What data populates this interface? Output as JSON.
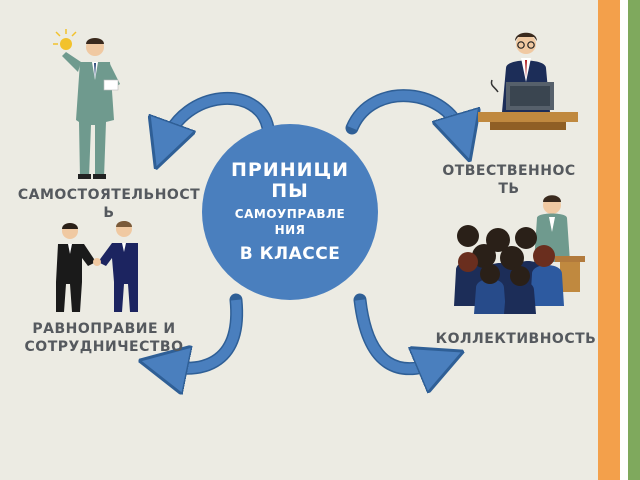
{
  "center": {
    "title": "ПРИНИЦИПЫ",
    "subtitle": "САМОУПРАВЛЕНИЯ",
    "tail": "В КЛАССЕ"
  },
  "principles": {
    "responsibility": "ОТВЕСТВЕННОСТЬ",
    "independence": "САМОСТОЯТЕЛЬНОСТЬ",
    "equality": "РАВНОПРАВИЕ И СОТРУДНИЧЕСТВО",
    "collectivity": "КОЛЛЕКТИВНОСТЬ"
  },
  "icons": [
    "presenter-with-lightbulb-icon",
    "speaker-at-podium-icon",
    "handshake-icon",
    "audience-and-speaker-icon"
  ],
  "colors": {
    "background": "#ecebe3",
    "circle": "#4a7fbe",
    "arrow": "#4a7fbe",
    "label": "#55595e",
    "stripe_orange": "#f3a04b",
    "stripe_green": "#7fa95d"
  }
}
